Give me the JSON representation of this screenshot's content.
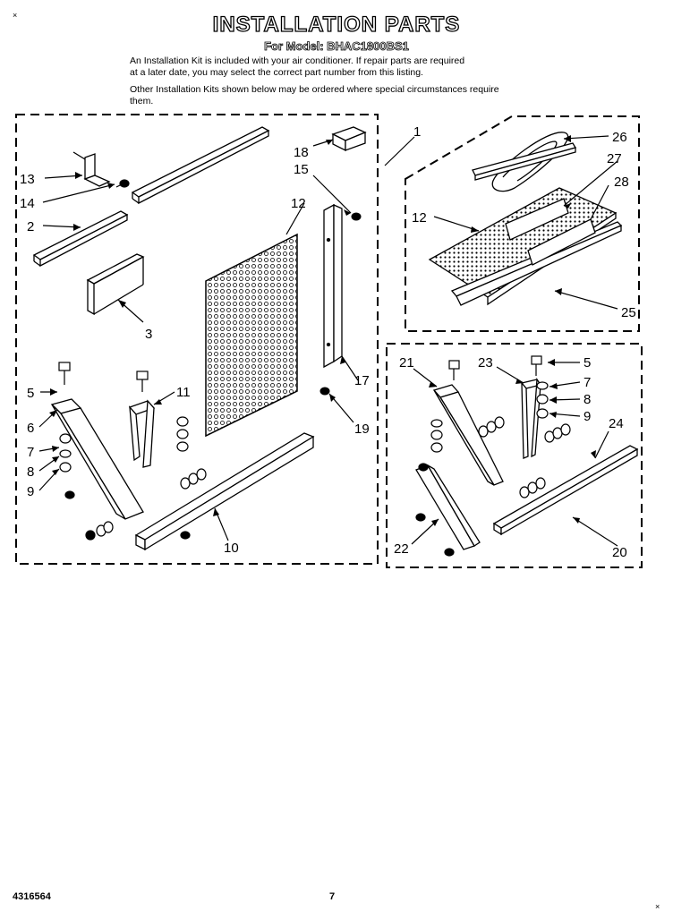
{
  "header": {
    "title": "INSTALLATION PARTS",
    "model_line": "For Model: BHAC1800BS1",
    "para1_line1": "An Installation Kit is included with your air conditioner. If repair parts are required",
    "para1_line2": "at a later date, you may select the correct part number from this listing.",
    "para2_line1": "Other Installation Kits shown below may be ordered where special circumstances require",
    "para2_line2": "them."
  },
  "corner_marks": {
    "top_left": "×",
    "bottom_right": "×"
  },
  "callouts": {
    "c1": "1",
    "c2": "2",
    "c3": "3",
    "c5": "5",
    "c6": "6",
    "c7": "7",
    "c8": "8",
    "c9": "9",
    "c10": "10",
    "c11": "11",
    "c12": "12",
    "c13": "13",
    "c14": "14",
    "c15": "15",
    "c17": "17",
    "c18": "18",
    "c19": "19",
    "c20": "20",
    "c21": "21",
    "c22": "22",
    "c23": "23",
    "c24": "24",
    "c25": "25",
    "c26": "26",
    "c27": "27",
    "c28": "28"
  },
  "footer": {
    "doc_number": "4316564",
    "page": "7"
  }
}
